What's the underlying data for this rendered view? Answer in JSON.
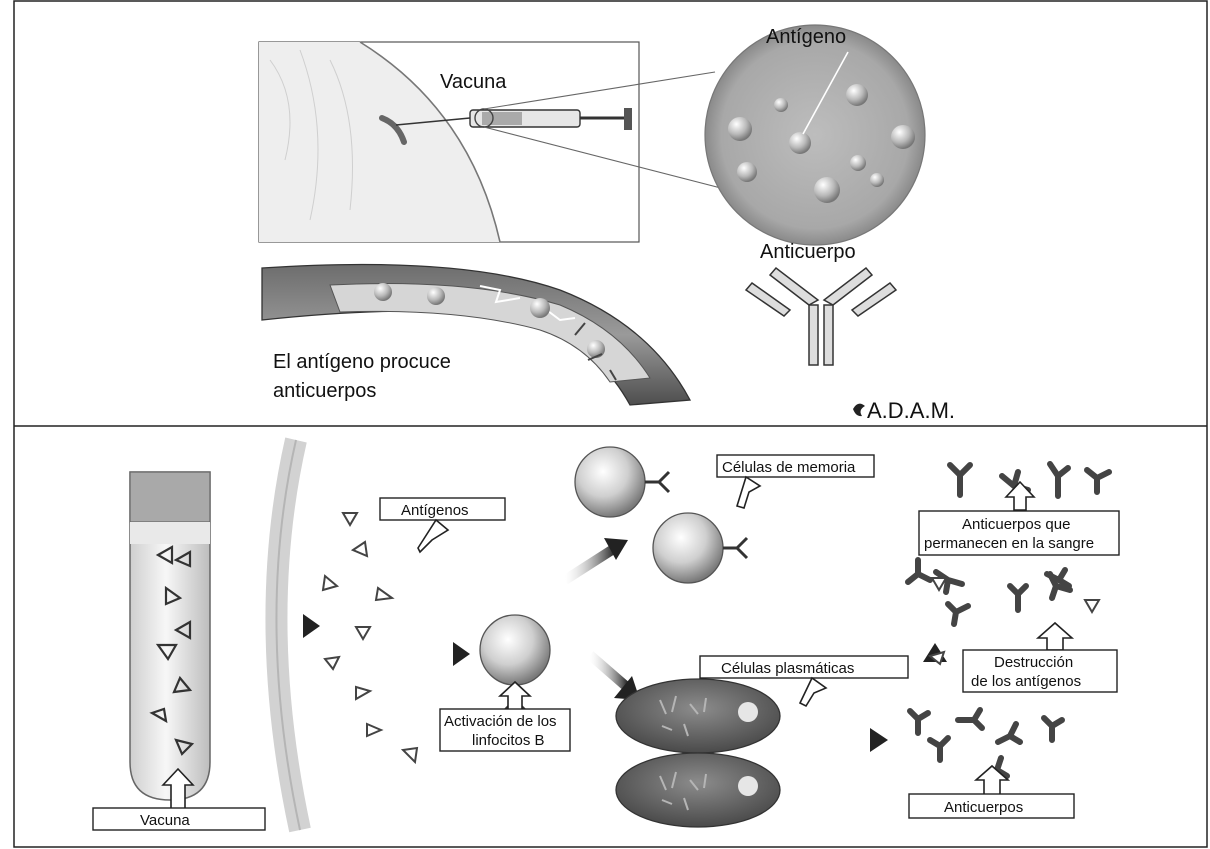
{
  "top_panel": {
    "vacuna": "Vacuna",
    "antigeno": "Antígeno",
    "anticuerpo": "Anticuerpo",
    "caption_line1": "El antígeno procuce",
    "caption_line2": "anticuerpos",
    "logo": "A.D.A.M."
  },
  "bottom_panel": {
    "vacuna": "Vacuna",
    "antigenos": "Antígenos",
    "activacion_line1": "Activación de los",
    "activacion_line2": "linfocitos B",
    "celulas_memoria": "Células de memoria",
    "celulas_plasmaticas": "Células plasmáticas",
    "anticuerpos_permanecen_line1": "Anticuerpos que",
    "anticuerpos_permanecen_line2": "permanecen en la sangre",
    "destruccion_line1": "Destrucción",
    "destruccion_line2": "de los antígenos",
    "anticuerpos": "Anticuerpos"
  }
}
